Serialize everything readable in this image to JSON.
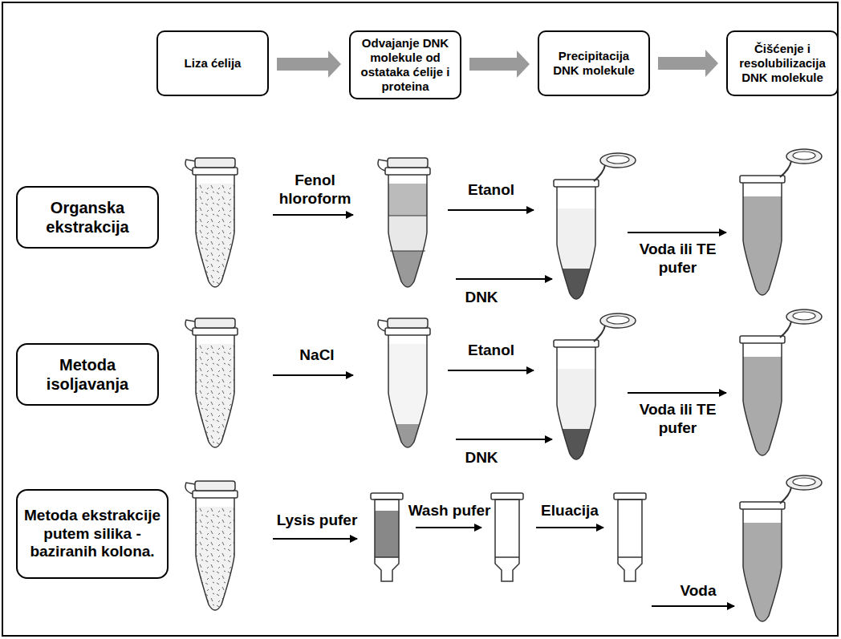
{
  "diagram": {
    "nodes": [
      {
        "text": [
          "Liza ćelija"
        ]
      },
      {
        "text": [
          "Odvajanje DNK molekule od ostataka ćelije i proteina"
        ]
      },
      {
        "text": [
          "Precipitacija DNK molekule"
        ]
      },
      {
        "text": [
          "Čišćenje i resolubilizacija DNK molekule"
        ]
      },
      {
        "text": [
          "Organska ekstrakcija"
        ]
      },
      {
        "text": [
          "Metoda isoljavanja"
        ]
      },
      {
        "text": [
          "Metoda ekstrakcije putem silika - baziranih kolona."
        ]
      }
    ],
    "edges": [
      {
        "from": 0,
        "to": 1,
        "arrow": "to"
      },
      {
        "from": 1,
        "to": 2,
        "arrow": "to"
      },
      {
        "from": 2,
        "to": 3,
        "arrow": "to"
      }
    ],
    "labels": [
      "Fenol hloroform",
      "Etanol",
      "Voda ili TE pufer",
      "DNK",
      "NaCl",
      "Etanol",
      "Voda ili TE pufer",
      "DNK",
      "Lysis pufer",
      "Wash pufer",
      "Eluacija",
      "Voda"
    ]
  }
}
